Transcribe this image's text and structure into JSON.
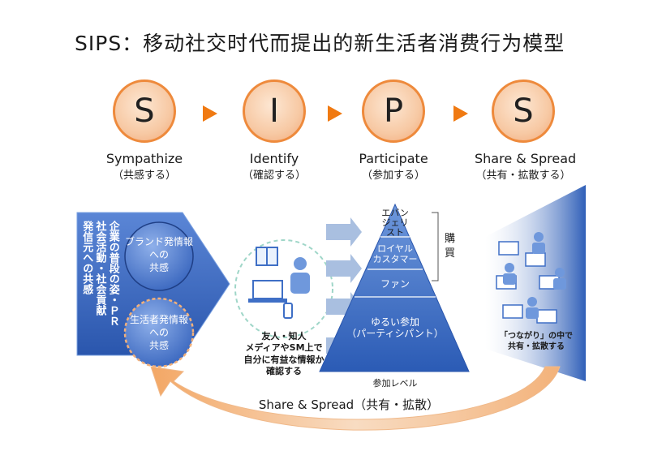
{
  "title": "SIPS：移动社交时代而提出的新生活者消费行为模型",
  "stages": [
    {
      "letter": "S",
      "label": "Sympathize",
      "sub": "（共感する）"
    },
    {
      "letter": "I",
      "label": "Identify",
      "sub": "（確認する）"
    },
    {
      "letter": "P",
      "label": "Participate",
      "sub": "（参加する）"
    },
    {
      "letter": "S",
      "label": "Share & Spread",
      "sub": "（共有・拡散する）"
    }
  ],
  "left_block": {
    "vertical_text": "企業の普段の姿・ＰＲ\n社会活動・社会貢献\n発信元への共感",
    "circle_top": "ブランド発情報\nへの\n共感",
    "circle_bottom": "生活者発情報\nへの\n共感"
  },
  "middle_block": {
    "caption": "友人・知人\nメディアやSM上で\n自分に有益な情報か\n確認する"
  },
  "pyramid": {
    "levels": [
      "エバン\nジェリ\nスト",
      "ロイヤル\nカスタマー",
      "ファン",
      "ゆるい参加\n（パーティシパント）"
    ],
    "bracket_label": "購\n買",
    "axis_label": "参加レベル"
  },
  "right_block": {
    "caption": "「つながり」の中で\n共有・拡散する"
  },
  "bottom_arrow_label": "Share & Spread（共有・拡散）",
  "colors": {
    "accent_orange": "#f07a12",
    "circle_fill": "#f7c9a4",
    "blue_dark": "#2f5fb8",
    "blue_light": "#7fa6e4",
    "arrow_gray_blue": "#a9bfe0"
  }
}
